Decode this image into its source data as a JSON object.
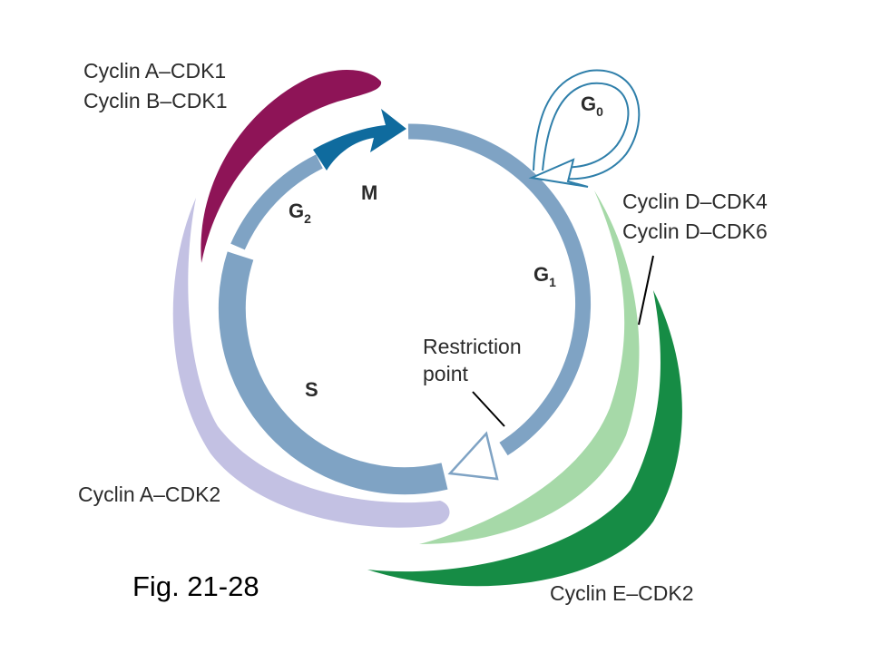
{
  "labels": {
    "cyclin_a_cdk1": "Cyclin A–CDK1",
    "cyclin_b_cdk1": "Cyclin B–CDK1",
    "cyclin_d_cdk4": "Cyclin D–CDK4",
    "cyclin_d_cdk6": "Cyclin D–CDK6",
    "cyclin_a_cdk2": "Cyclin A–CDK2",
    "cyclin_e_cdk2": "Cyclin E–CDK2",
    "restriction_point_line1": "Restriction",
    "restriction_point_line2": "point"
  },
  "phases": {
    "g0_main": "G",
    "g0_sub": "0",
    "g1_main": "G",
    "g1_sub": "1",
    "g2_main": "G",
    "g2_sub": "2",
    "m": "M",
    "s": "S"
  },
  "caption": "Fig. 21-28",
  "colors": {
    "cycle_ring": "#7fa3c4",
    "cycle_ring_dark": "#5f86ad",
    "m_arrow": "#0f6b9e",
    "cyclin_b_band": "#8e1457",
    "cyclin_a_cdk2_band": "#c3c1e3",
    "cyclin_d_band": "#a6d9a8",
    "cyclin_e_band": "#168c45",
    "g0_outline": "#2f7faa"
  }
}
